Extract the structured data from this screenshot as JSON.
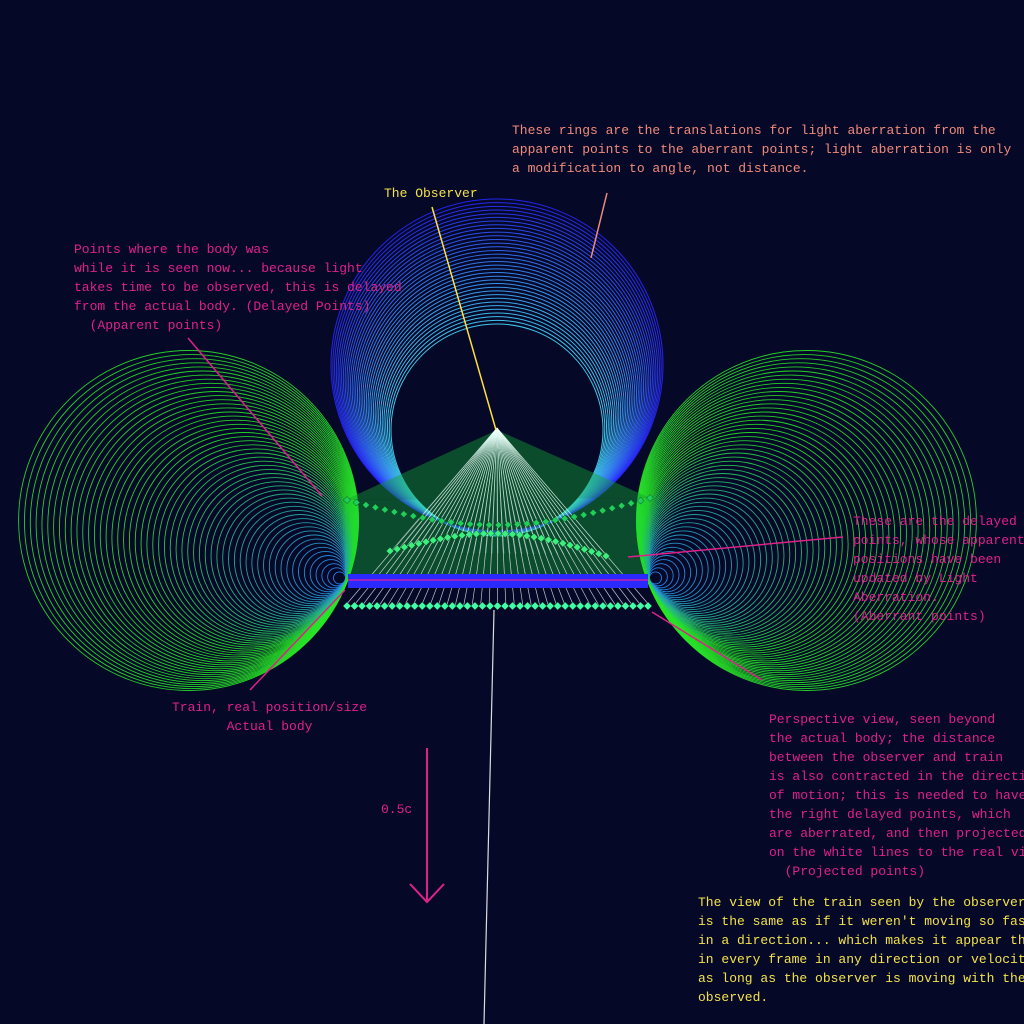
{
  "colors": {
    "background": "#060828",
    "annotation_pink": "#e0208a",
    "annotation_salmon": "#f08a7a",
    "annotation_yellow": "#f2e24a",
    "green_rings": "#22dd22",
    "blue_rings": "#2a2aff",
    "observer_line": "#ffe040",
    "points": "#2aff7a"
  },
  "labels": {
    "rings_note": "These rings are the translations for light aberration from the\napparent points to the aberrant points; light aberration is only\na modification to angle, not distance.",
    "observer": "The Observer",
    "apparent_note": "Points where the body was\nwhile it is seen now... because light\ntakes time to be observed, this is delayed\nfrom the actual body. (Delayed Points)\n  (Apparent points)",
    "aberrant_note": "These are the delayed\npoints, whose apparent\npositions have been\nupdated by Light\nAberration.\n(Aberrant points)",
    "train_note": "Train, real position/size\nActual body",
    "velocity": "0.5c",
    "projected_note": "Perspective view, seen beyond\nthe actual body; the distance\nbetween the observer and train\nis also contracted in the direction\nof motion; this is needed to have\nthe right delayed points, which\nare aberrated, and then projected\non the white lines to the real view.\n  (Projected points)",
    "view_note": "The view of the train seen by the observer\nis the same as if it weren't moving so fast\nin a direction... which makes it appear the same\nin every frame in any direction or velocity...\nas long as the observer is moving with the\nobserved."
  }
}
